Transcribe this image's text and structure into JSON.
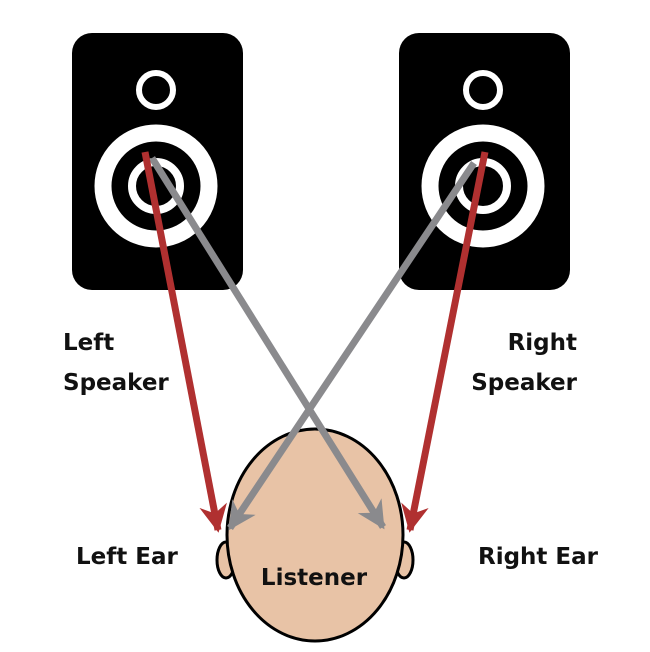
{
  "labels": {
    "left_speaker_line1": "Left",
    "left_speaker_line2": "Speaker",
    "right_speaker_line1": "Right",
    "right_speaker_line2": "Speaker",
    "left_ear": "Left Ear",
    "right_ear": "Right Ear",
    "listener": "Listener"
  },
  "colors": {
    "speaker": "#000000",
    "direct_path": "#b03030",
    "cross_path": "#8a8a8d",
    "skin": "#e8c3a6"
  }
}
